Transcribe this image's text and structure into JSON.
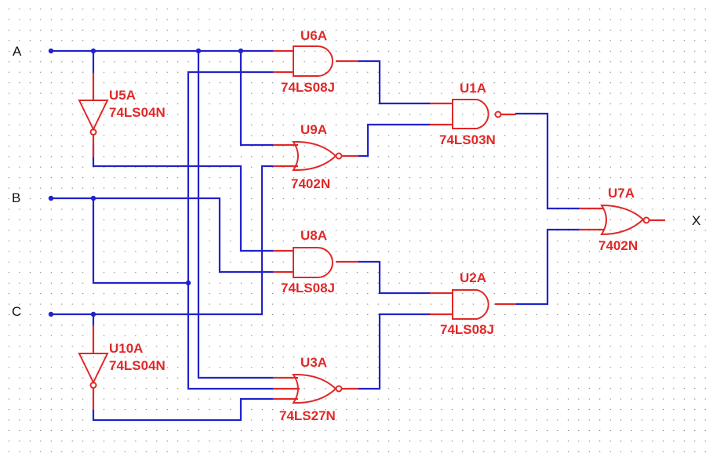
{
  "schematic": {
    "inputs": [
      {
        "id": "A",
        "label": "A"
      },
      {
        "id": "B",
        "label": "B"
      },
      {
        "id": "C",
        "label": "C"
      }
    ],
    "outputs": [
      {
        "id": "X",
        "label": "X"
      }
    ],
    "components": [
      {
        "ref": "U5A",
        "part": "74LS04N",
        "type": "NOT"
      },
      {
        "ref": "U10A",
        "part": "74LS04N",
        "type": "NOT"
      },
      {
        "ref": "U6A",
        "part": "74LS08J",
        "type": "AND"
      },
      {
        "ref": "U9A",
        "part": "7402N",
        "type": "NOR"
      },
      {
        "ref": "U8A",
        "part": "74LS08J",
        "type": "AND"
      },
      {
        "ref": "U3A",
        "part": "74LS27N",
        "type": "NOR3"
      },
      {
        "ref": "U1A",
        "part": "74LS03N",
        "type": "NAND"
      },
      {
        "ref": "U2A",
        "part": "74LS08J",
        "type": "AND"
      },
      {
        "ref": "U7A",
        "part": "7402N",
        "type": "NOR"
      }
    ],
    "colors": {
      "wire": "#2222cc",
      "component": "#e02828",
      "grid": "#555555",
      "background": "#ffffff"
    }
  }
}
